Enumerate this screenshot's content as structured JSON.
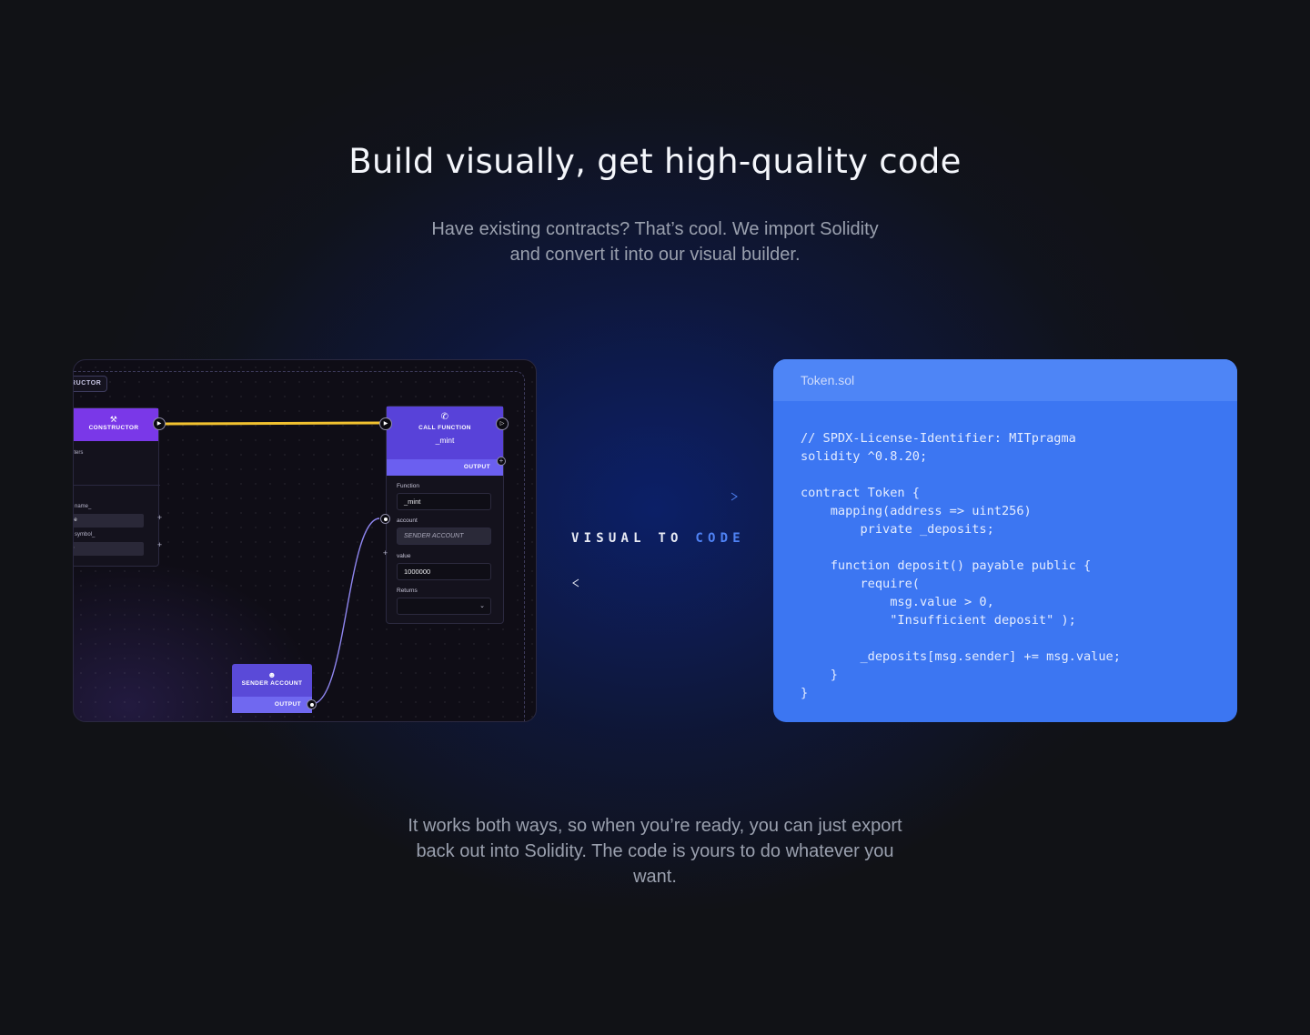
{
  "headline": "Build visually, get high-quality code",
  "subtext": "Have existing contracts? That’s cool. We import Solidity and convert it into our visual builder.",
  "footer": "It works both ways, so when you’re ready, you can just export back out into Solidity. The code is yours to do whatever you want.",
  "builder": {
    "group_tag": "RUCTOR",
    "constructor_node": {
      "icon": "wrench-icon",
      "title": "CONSTRUCTOR",
      "params_label": "eters",
      "param1_label": "name_",
      "param1_value": "ee",
      "param2_label": "symbol_",
      "param2_value": ">"
    },
    "call_node": {
      "icon": "phone-icon",
      "title": "CALL FUNCTION",
      "function_name": "_mint",
      "output_label": "OUTPUT",
      "function_label": "Function",
      "function_value": "_mint",
      "account_label": "account",
      "account_value": "SENDER ACCOUNT",
      "value_label": "value",
      "value_value": "1000000",
      "returns_label": "Returns"
    },
    "sender_node": {
      "icon": "user-icon",
      "title": "SENDER ACCOUNT",
      "output_label": "OUTPUT"
    }
  },
  "middle": {
    "label_part1": "VISUAL TO",
    "label_part2": "CODE"
  },
  "code_panel": {
    "filename": "Token.sol",
    "code": "// SPDX-License-Identifier: MITpragma\nsolidity ^0.8.20;\n\ncontract Token {\n    mapping(address => uint256)\n        private _deposits;\n\n    function deposit() payable public {\n        require(\n            msg.value > 0,\n            \"Insufficient deposit\" );\n\n        _deposits[msg.sender] += msg.value;\n    }\n}"
  },
  "colors": {
    "accent_blue": "#3c76f2",
    "constructor_purple": "#7a38e8",
    "node_indigo": "#5842d9",
    "flow_wire": "#f2c230",
    "data_wire": "#8f86f0"
  }
}
